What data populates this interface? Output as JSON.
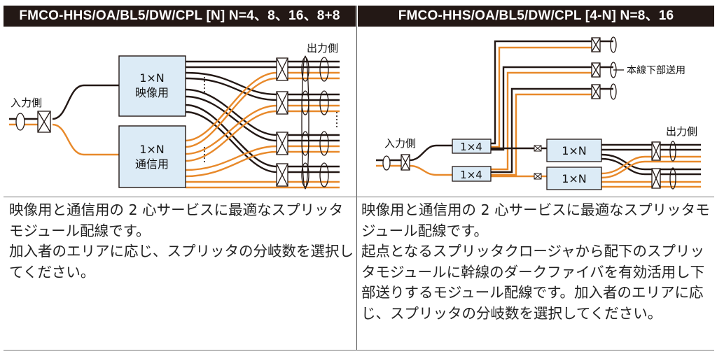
{
  "left": {
    "header": "FMCO-HHS/OA/BL5/DW/CPL [N] N=4、8、16、8+8",
    "input_label": "入力側",
    "output_label": "出力側",
    "box_video_line1": "1×N",
    "box_video_line2": "映像用",
    "box_comm_line1": "1×N",
    "box_comm_line2": "通信用",
    "desc_p1": "映像用と通信用の 2 心サービスに最適なスプリッタモジュール配線です。",
    "desc_p2": "加入者のエリアに応じ、スプリッタの分岐数を選択してください。"
  },
  "right": {
    "header": "FMCO-HHS/OA/BL5/DW/CPL [4-N] N=8、16",
    "input_label": "入力側",
    "output_label": "出力側",
    "downstream_label": "本線下部送用",
    "box_1x4_top": "1×4",
    "box_1x4_bottom": "1×4",
    "box_1xn_top": "1×N",
    "box_1xn_bottom": "1×N",
    "desc_p1": "映像用と通信用の 2 心サービスに最適なスプリッタモジュール配線です。",
    "desc_p2": "起点となるスプリッタクロージャから配下のスプリッタモジュールに幹線のダークファイバを有効活用し下部送りするモジュール配線です。加入者のエリアに応じ、スプリッタの分岐数を選択してください。"
  },
  "colors": {
    "fiber_orange": "#e8892a",
    "fiber_black": "#231815",
    "box_fill": "#dcebf6",
    "header_bg": "#231815"
  }
}
